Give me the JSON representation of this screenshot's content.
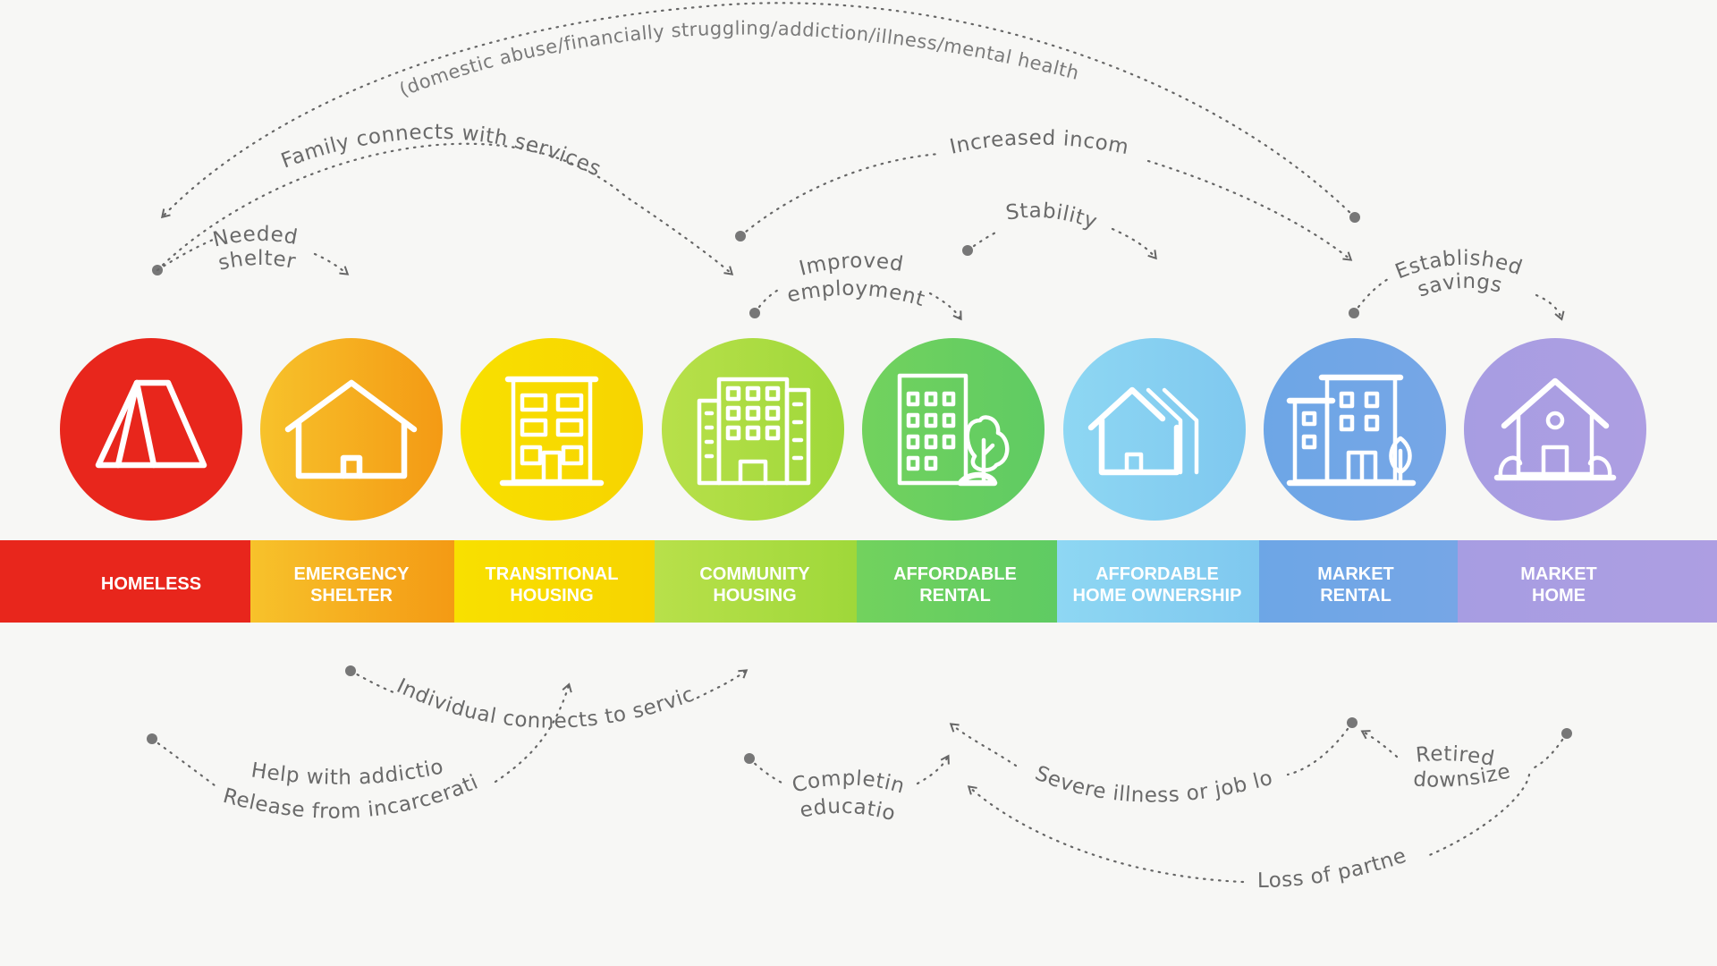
{
  "top_note": "(domestic abuse/financially struggling/addiction/illness/mental health)",
  "stages": [
    {
      "label_1": "HOMELESS",
      "label_2": "",
      "color": "#e8261c",
      "icon": "tent-icon"
    },
    {
      "label_1": "EMERGENCY",
      "label_2": "SHELTER",
      "color": "#f49a14",
      "icon": "house-icon"
    },
    {
      "label_1": "TRANSITIONAL",
      "label_2": "HOUSING",
      "color": "#f7d400",
      "icon": "apartment-building-icon"
    },
    {
      "label_1": "COMMUNITY",
      "label_2": "HOUSING",
      "color": "#a9db3c",
      "icon": "tall-building-icon"
    },
    {
      "label_1": "AFFORDABLE",
      "label_2": "RENTAL",
      "color": "#62cc5c",
      "icon": "building-with-tree-icon"
    },
    {
      "label_1": "AFFORDABLE",
      "label_2": "HOME OWNERSHIP",
      "color": "#86d0f0",
      "icon": "row-houses-icon"
    },
    {
      "label_1": "MARKET",
      "label_2": "RENTAL",
      "color": "#6da2e4",
      "icon": "city-buildings-icon"
    },
    {
      "label_1": "MARKET",
      "label_2": "HOME",
      "color": "#a99ae0",
      "icon": "detached-home-icon"
    }
  ],
  "flows": {
    "family_connects": "Family connects with services",
    "increased_income": "Increased income",
    "needed_shelter_1": "Needed",
    "needed_shelter_2": "shelter",
    "stability": "Stability",
    "improved_employment_1": "Improved",
    "improved_employment_2": "employment",
    "established_savings_1": "Established",
    "established_savings_2": "savings",
    "individual_connects": "Individual connects to services",
    "help_addictions": "Help with addictions",
    "release_incarceration": "Release from incarceration",
    "completing_education_1": "Completing",
    "completing_education_2": "education",
    "severe_illness": "Severe illness or job loss",
    "retired_1": "Retired &",
    "retired_2": "downsized",
    "loss_of_partner": "Loss of partner"
  }
}
